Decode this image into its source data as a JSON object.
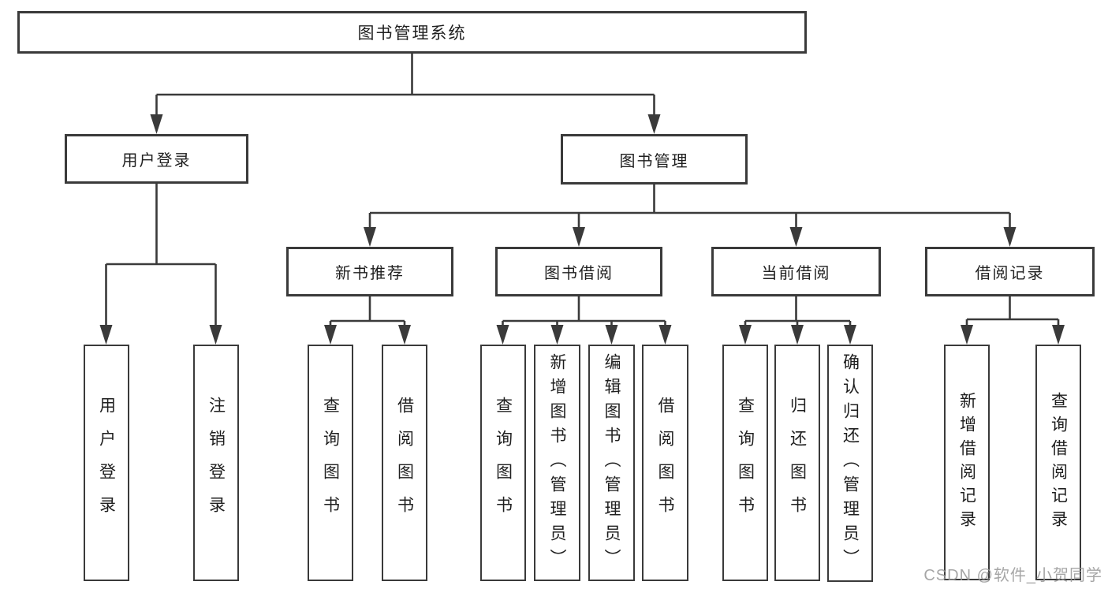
{
  "tree": {
    "root": {
      "label": "图书管理系统"
    },
    "children": [
      {
        "label": "用户登录",
        "children": [
          {
            "label": "用户登录"
          },
          {
            "label": "注销登录"
          }
        ]
      },
      {
        "label": "图书管理",
        "children": [
          {
            "label": "新书推荐",
            "children": [
              {
                "label": "查询图书"
              },
              {
                "label": "借阅图书"
              }
            ]
          },
          {
            "label": "图书借阅",
            "children": [
              {
                "label": "查询图书"
              },
              {
                "label": "新增图书（管理员）"
              },
              {
                "label": "编辑图书（管理员）"
              },
              {
                "label": "借阅图书"
              }
            ]
          },
          {
            "label": "当前借阅",
            "children": [
              {
                "label": "查询图书"
              },
              {
                "label": "归还图书"
              },
              {
                "label": "确认归还（管理员）"
              }
            ]
          },
          {
            "label": "借阅记录",
            "children": [
              {
                "label": "新增借阅记录"
              },
              {
                "label": "查询借阅记录"
              }
            ]
          }
        ]
      }
    ]
  },
  "watermark": {
    "text": "CSDN @软件_小贺同学"
  },
  "colors": {
    "line": "#3a3a3a",
    "text": "#1f1f1f",
    "background": "#ffffff",
    "watermark": "#969696"
  }
}
